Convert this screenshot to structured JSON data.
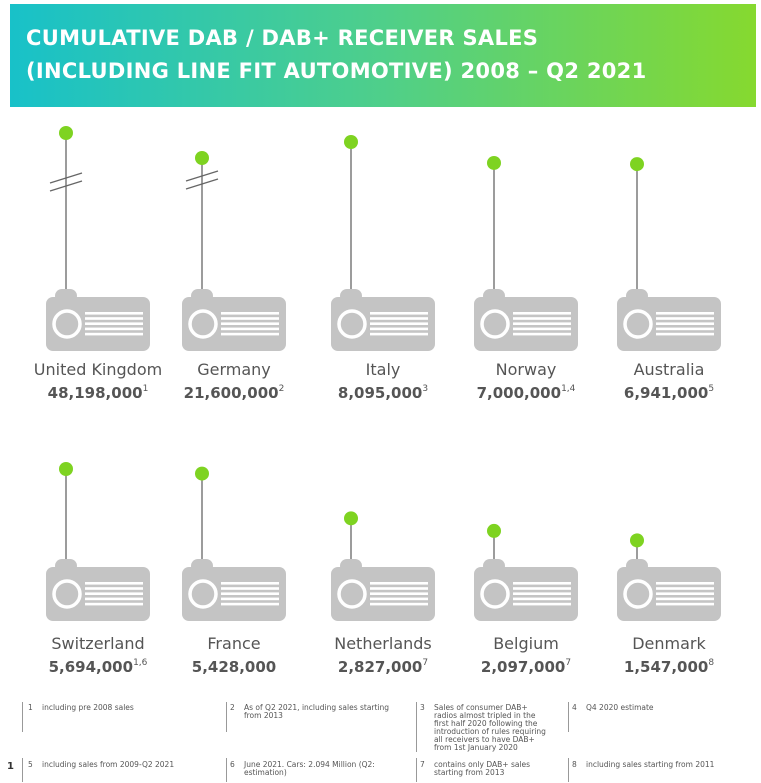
{
  "title": {
    "line1": "CUMULATIVE DAB / DAB+ RECEIVER SALES",
    "line2": "(INCLUDING LINE FIT AUTOMOTIVE) 2008 – Q2 2021"
  },
  "colors": {
    "accent": "#7ed321",
    "radio": "#c4c4c4",
    "text": "#555555"
  },
  "chart_data": {
    "type": "pictogram-bar",
    "unit": "receivers sold (cumulative)",
    "items": [
      {
        "country": "United Kingdom",
        "value": 48198000,
        "label": "48,198,000",
        "note": "1",
        "axis_break": true
      },
      {
        "country": "Germany",
        "value": 21600000,
        "label": "21,600,000",
        "note": "2",
        "axis_break": true
      },
      {
        "country": "Italy",
        "value": 8095000,
        "label": "8,095,000",
        "note": "3"
      },
      {
        "country": "Norway",
        "value": 7000000,
        "label": "7,000,000",
        "note": "1,4"
      },
      {
        "country": "Australia",
        "value": 6941000,
        "label": "6,941,000",
        "note": "5"
      },
      {
        "country": "Switzerland",
        "value": 5694000,
        "label": "5,694,000",
        "note": "1,6"
      },
      {
        "country": "France",
        "value": 5428000,
        "label": "5,428,000",
        "note": ""
      },
      {
        "country": "Netherlands",
        "value": 2827000,
        "label": "2,827,000",
        "note": "7"
      },
      {
        "country": "Belgium",
        "value": 2097000,
        "label": "2,097,000",
        "note": "7"
      },
      {
        "country": "Denmark",
        "value": 1547000,
        "label": "1,547,000",
        "note": "8"
      }
    ]
  },
  "footnotes": [
    {
      "num": "1",
      "text": "including pre 2008 sales"
    },
    {
      "num": "2",
      "text": "As of Q2 2021, including sales starting from 2013"
    },
    {
      "num": "3",
      "text": "Sales of consumer DAB+ radios almost tripled in the first half 2020 following the introduction of rules requiring all receivers to have DAB+ from 1st January 2020"
    },
    {
      "num": "4",
      "text": "Q4 2020 estimate"
    },
    {
      "num": "5",
      "text": "including sales from 2009-Q2 2021"
    },
    {
      "num": "6",
      "text": "June 2021. Cars: 2.094 Million (Q2: estimation)"
    },
    {
      "num": "7",
      "text": "contains only DAB+ sales starting from 2013"
    },
    {
      "num": "8",
      "text": "including sales starting from 2011"
    }
  ],
  "page_number": "1"
}
